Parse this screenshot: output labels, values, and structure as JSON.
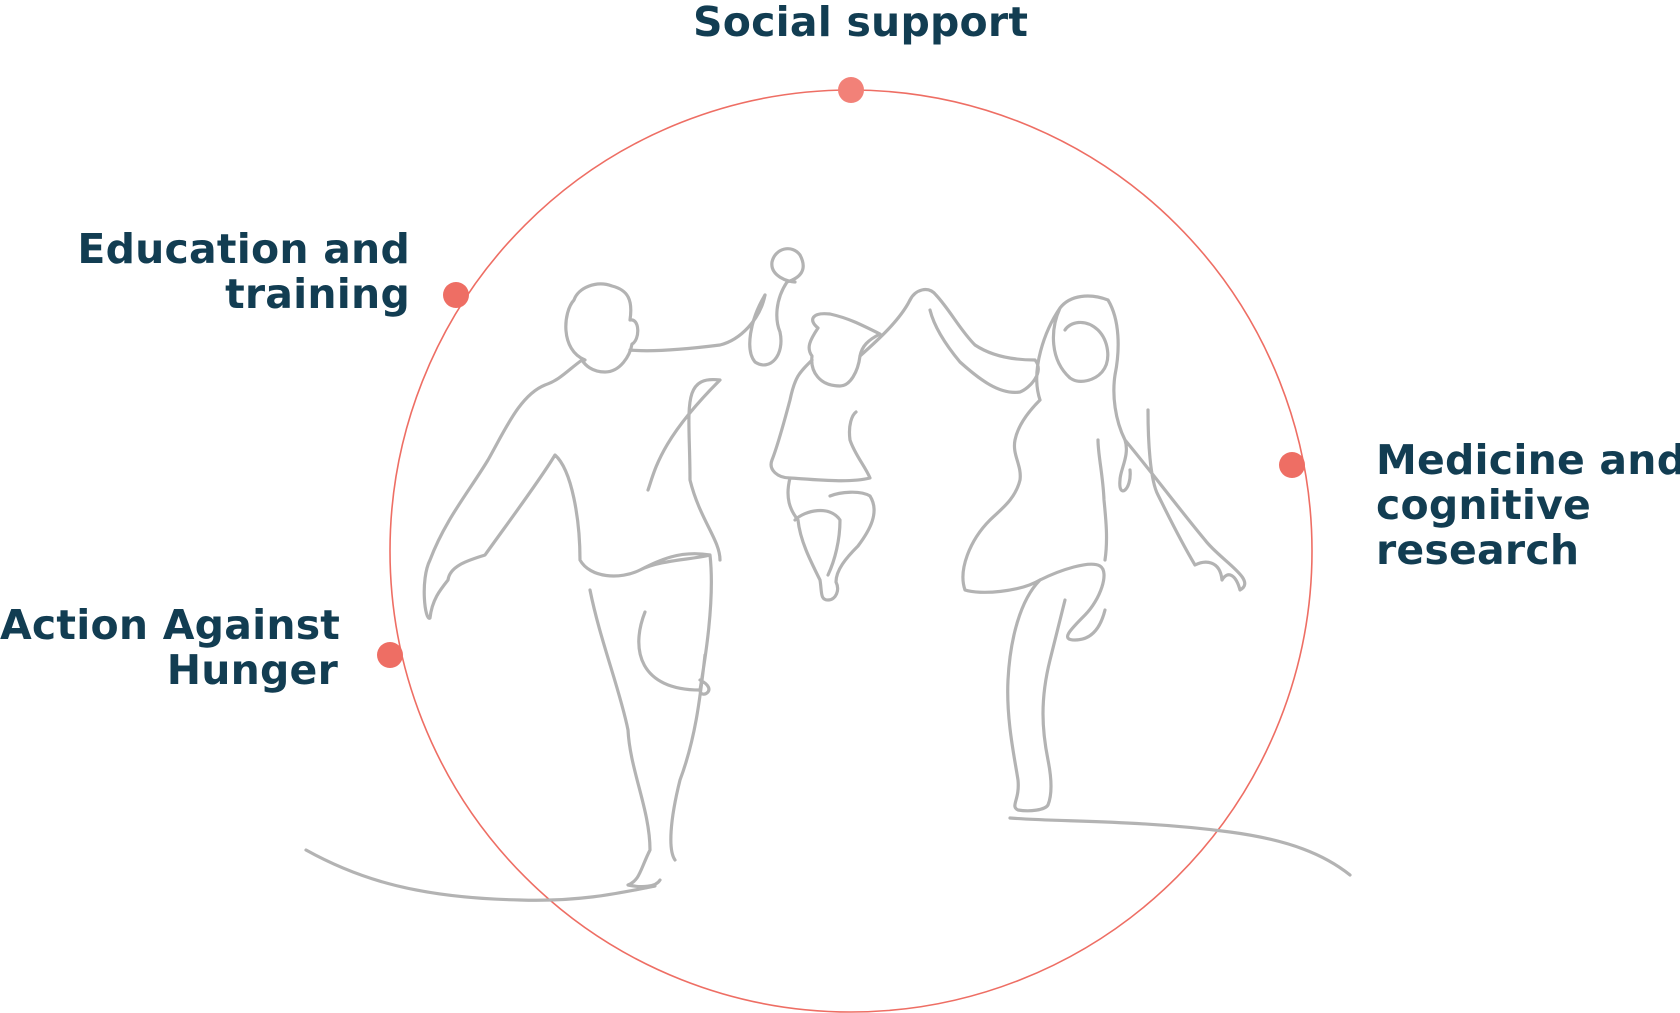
{
  "diagram": {
    "colors": {
      "accent": "#ee6e64",
      "accent_light": "#f28178",
      "text": "#123d52",
      "sketch": "#b3b3b3"
    },
    "illustration": "line-drawing-family-jumping",
    "nodes": {
      "social_support": {
        "lines": [
          "Social support"
        ]
      },
      "education": {
        "lines": [
          "Education and",
          "training"
        ]
      },
      "hunger": {
        "lines": [
          "Action Against",
          "Hunger"
        ]
      },
      "medicine": {
        "lines": [
          "Medicine and",
          "cognitive",
          "research"
        ]
      }
    }
  }
}
